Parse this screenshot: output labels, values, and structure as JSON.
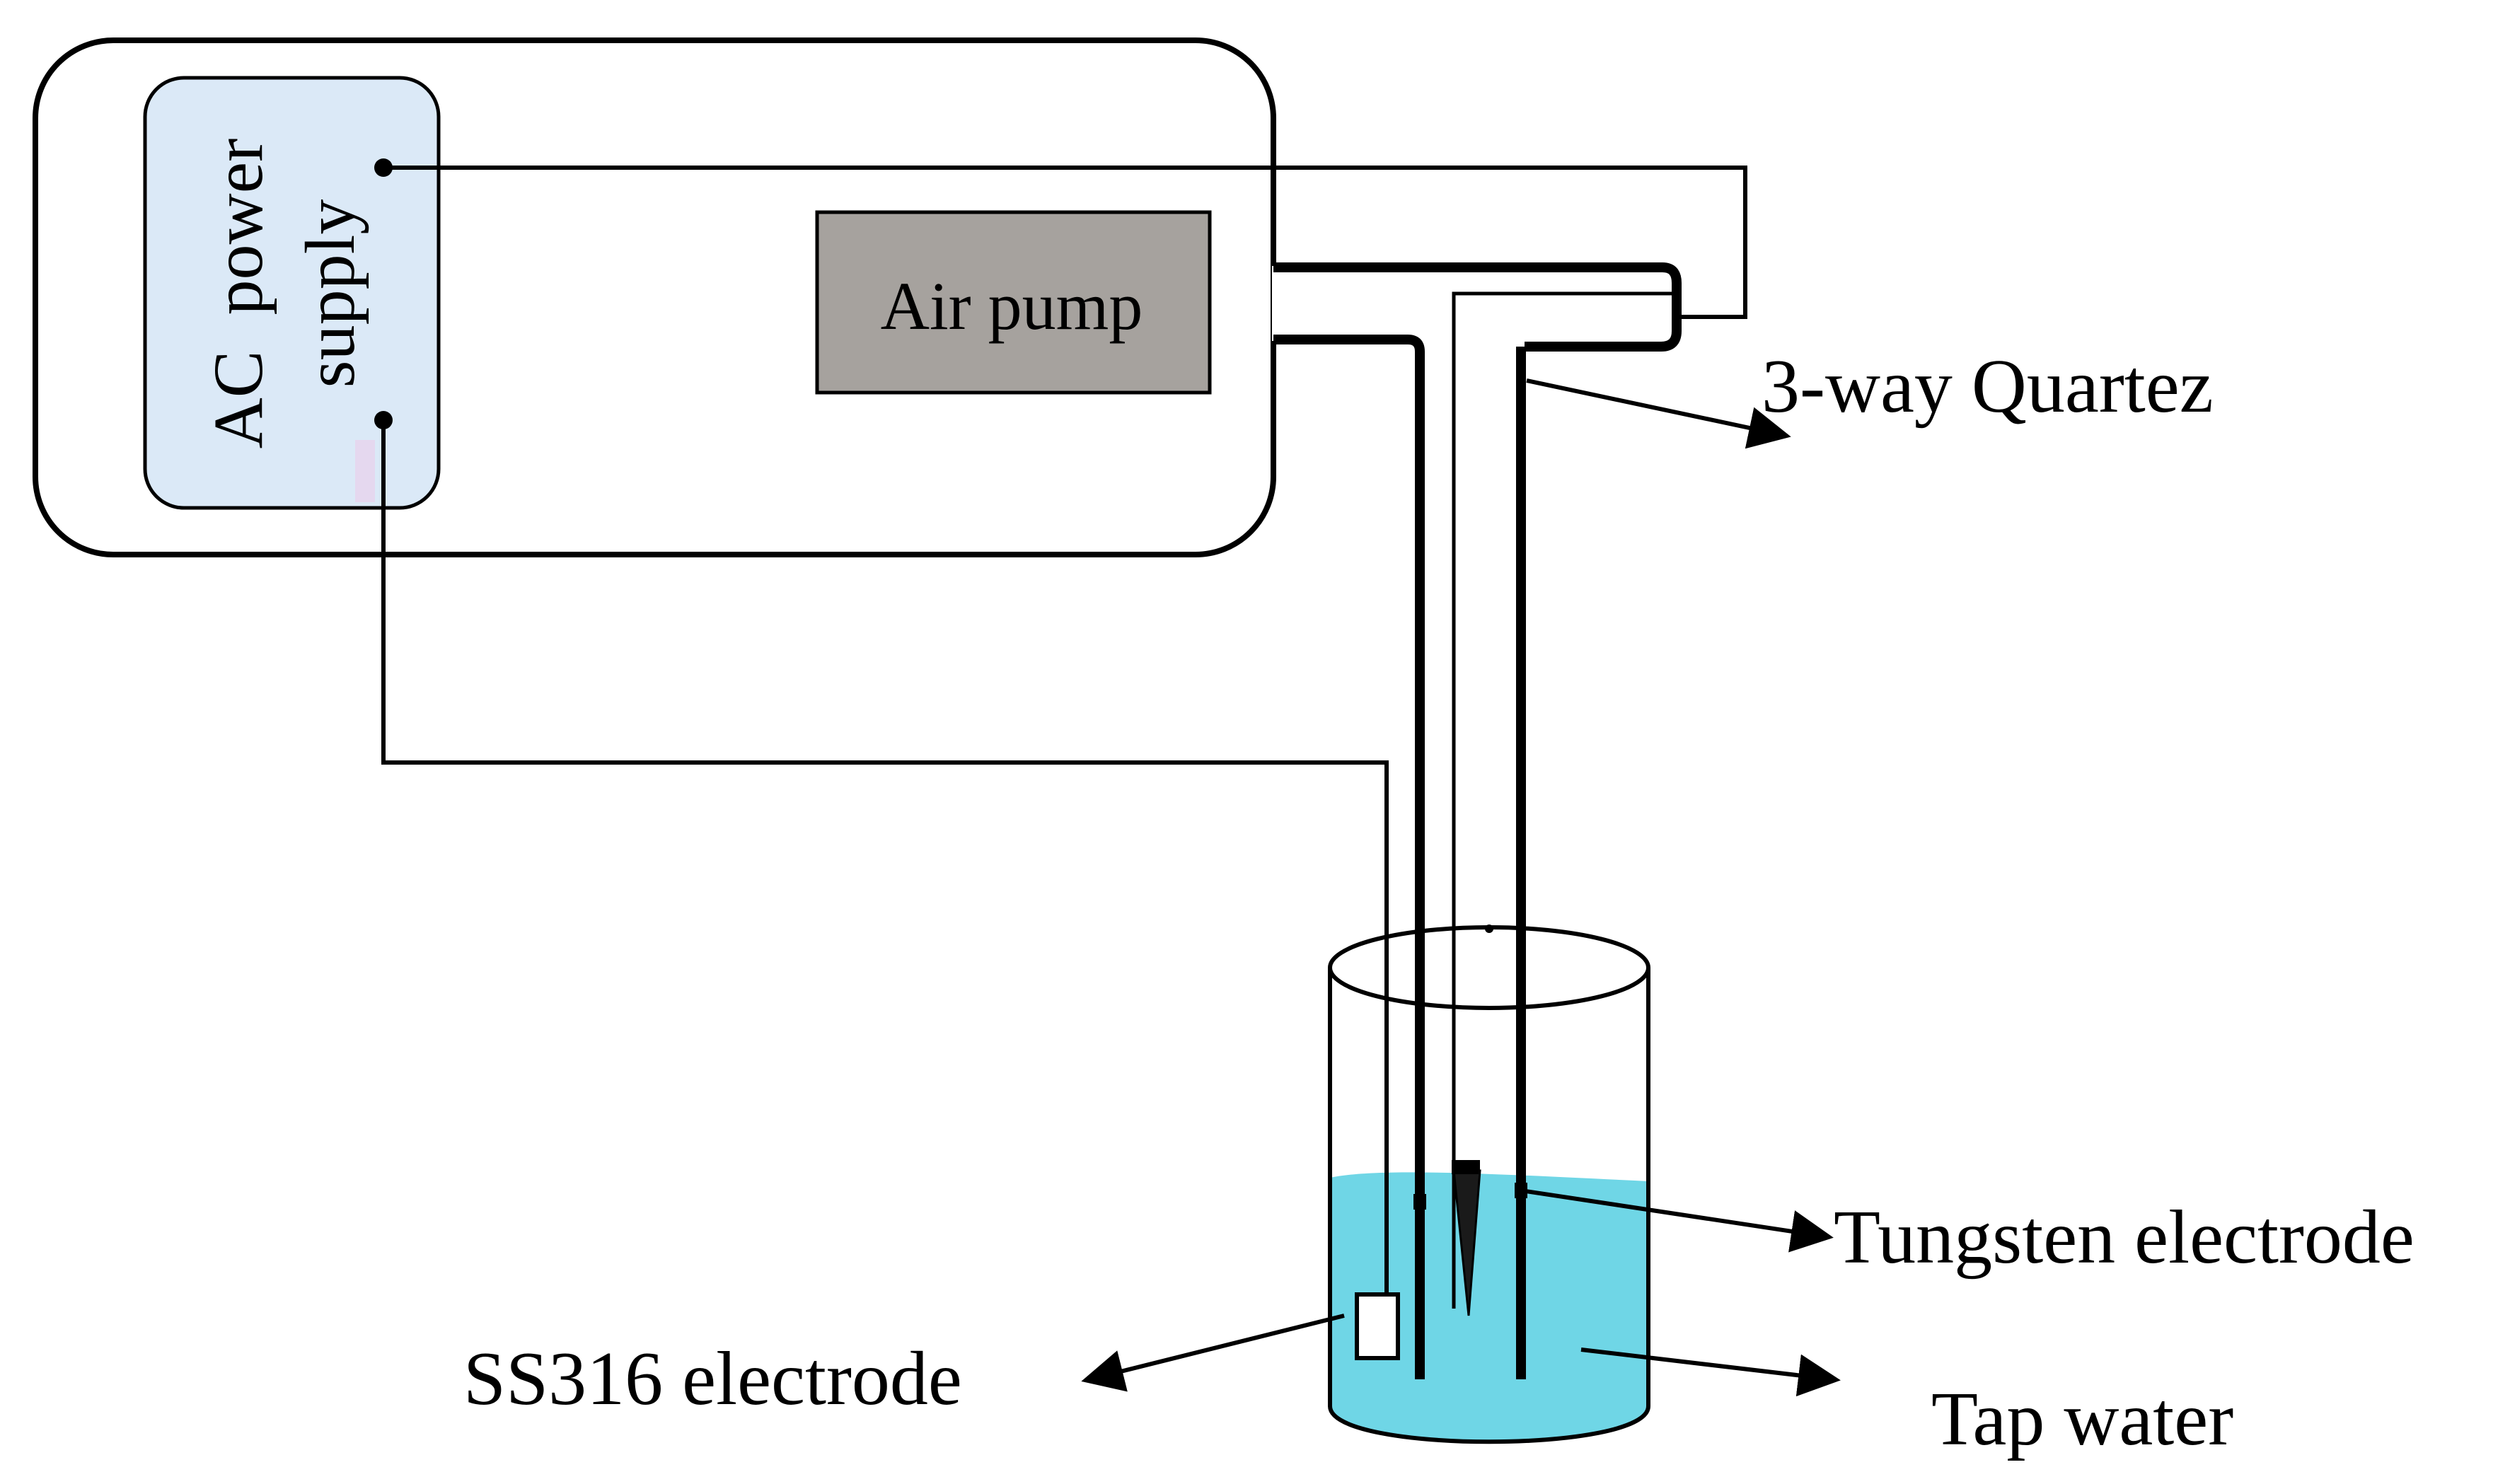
{
  "diagram": {
    "power_supply": {
      "label_line1": "AC  power",
      "label_line2": "supply"
    },
    "air_pump": {
      "label": "Air pump"
    },
    "labels": {
      "quartz": "3-way Quartez",
      "tungsten": "Tungsten electrode",
      "ss316": "SS316 electrode",
      "water": "Tap water"
    },
    "colors": {
      "power_supply_fill": "#dbe9f7",
      "air_pump_fill": "#a6a29e",
      "water_fill": "#6fd6e6",
      "line": "#000000",
      "pink_mark": "#e5d8ef"
    }
  }
}
